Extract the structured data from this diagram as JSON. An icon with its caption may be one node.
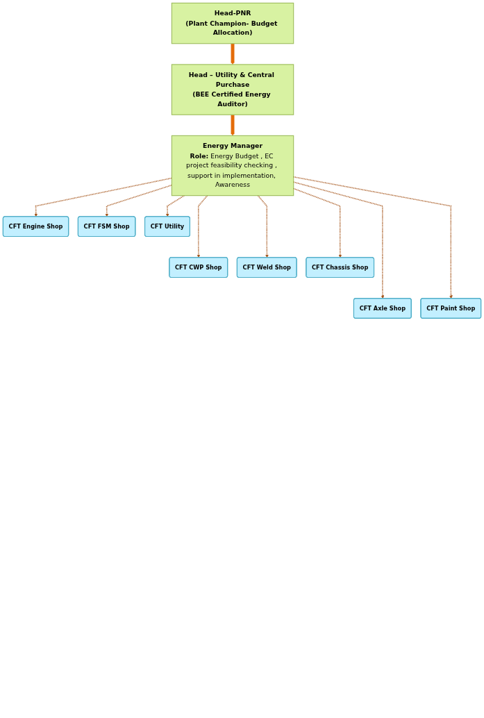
{
  "diagram": {
    "nodes": [
      {
        "text": [
          "Head-PNR",
          "(Plant Champion- Budget Allocation)"
        ]
      },
      {
        "text": [
          "Head – Utility & Central Purchase",
          "(BEE Certified Energy Auditor)"
        ]
      },
      {
        "text": [
          "Energy Manager",
          "**Role:** Energy Budget , EC project feasibility checking , support in implementation, Awareness"
        ]
      },
      {
        "text": [
          "CFT Engine Shop"
        ]
      },
      {
        "text": [
          "CFT CWP Shop"
        ]
      },
      {
        "text": [
          "CFT Axle Shop"
        ]
      },
      {
        "text": [
          "CFT FSM Shop"
        ]
      },
      {
        "text": [
          "CFT Weld Shop"
        ]
      },
      {
        "text": [
          "CFT Paint Shop"
        ]
      },
      {
        "text": [
          "CFT Utility"
        ]
      },
      {
        "text": [
          "CFT Chassis Shop"
        ]
      }
    ],
    "edges": [
      {
        "from": 0,
        "to": 1,
        "arrow": "to",
        "style": "thick",
        "color": "#e46c0a"
      },
      {
        "from": 1,
        "to": 2,
        "arrow": "to",
        "style": "thick",
        "color": "#e46c0a"
      },
      {
        "from": 2,
        "to": 3,
        "arrow": "to",
        "style": "dashed"
      },
      {
        "from": 2,
        "to": 4,
        "arrow": "to",
        "style": "dashed"
      },
      {
        "from": 2,
        "to": 5,
        "arrow": "to",
        "style": "dashed"
      },
      {
        "from": 2,
        "to": 6,
        "arrow": "to",
        "style": "dashed"
      },
      {
        "from": 2,
        "to": 7,
        "arrow": "to",
        "style": "dashed"
      },
      {
        "from": 2,
        "to": 8,
        "arrow": "to",
        "style": "dashed"
      },
      {
        "from": 2,
        "to": 9,
        "arrow": "to",
        "style": "dashed"
      },
      {
        "from": 2,
        "to": 10,
        "arrow": "to",
        "style": "dashed"
      }
    ]
  }
}
